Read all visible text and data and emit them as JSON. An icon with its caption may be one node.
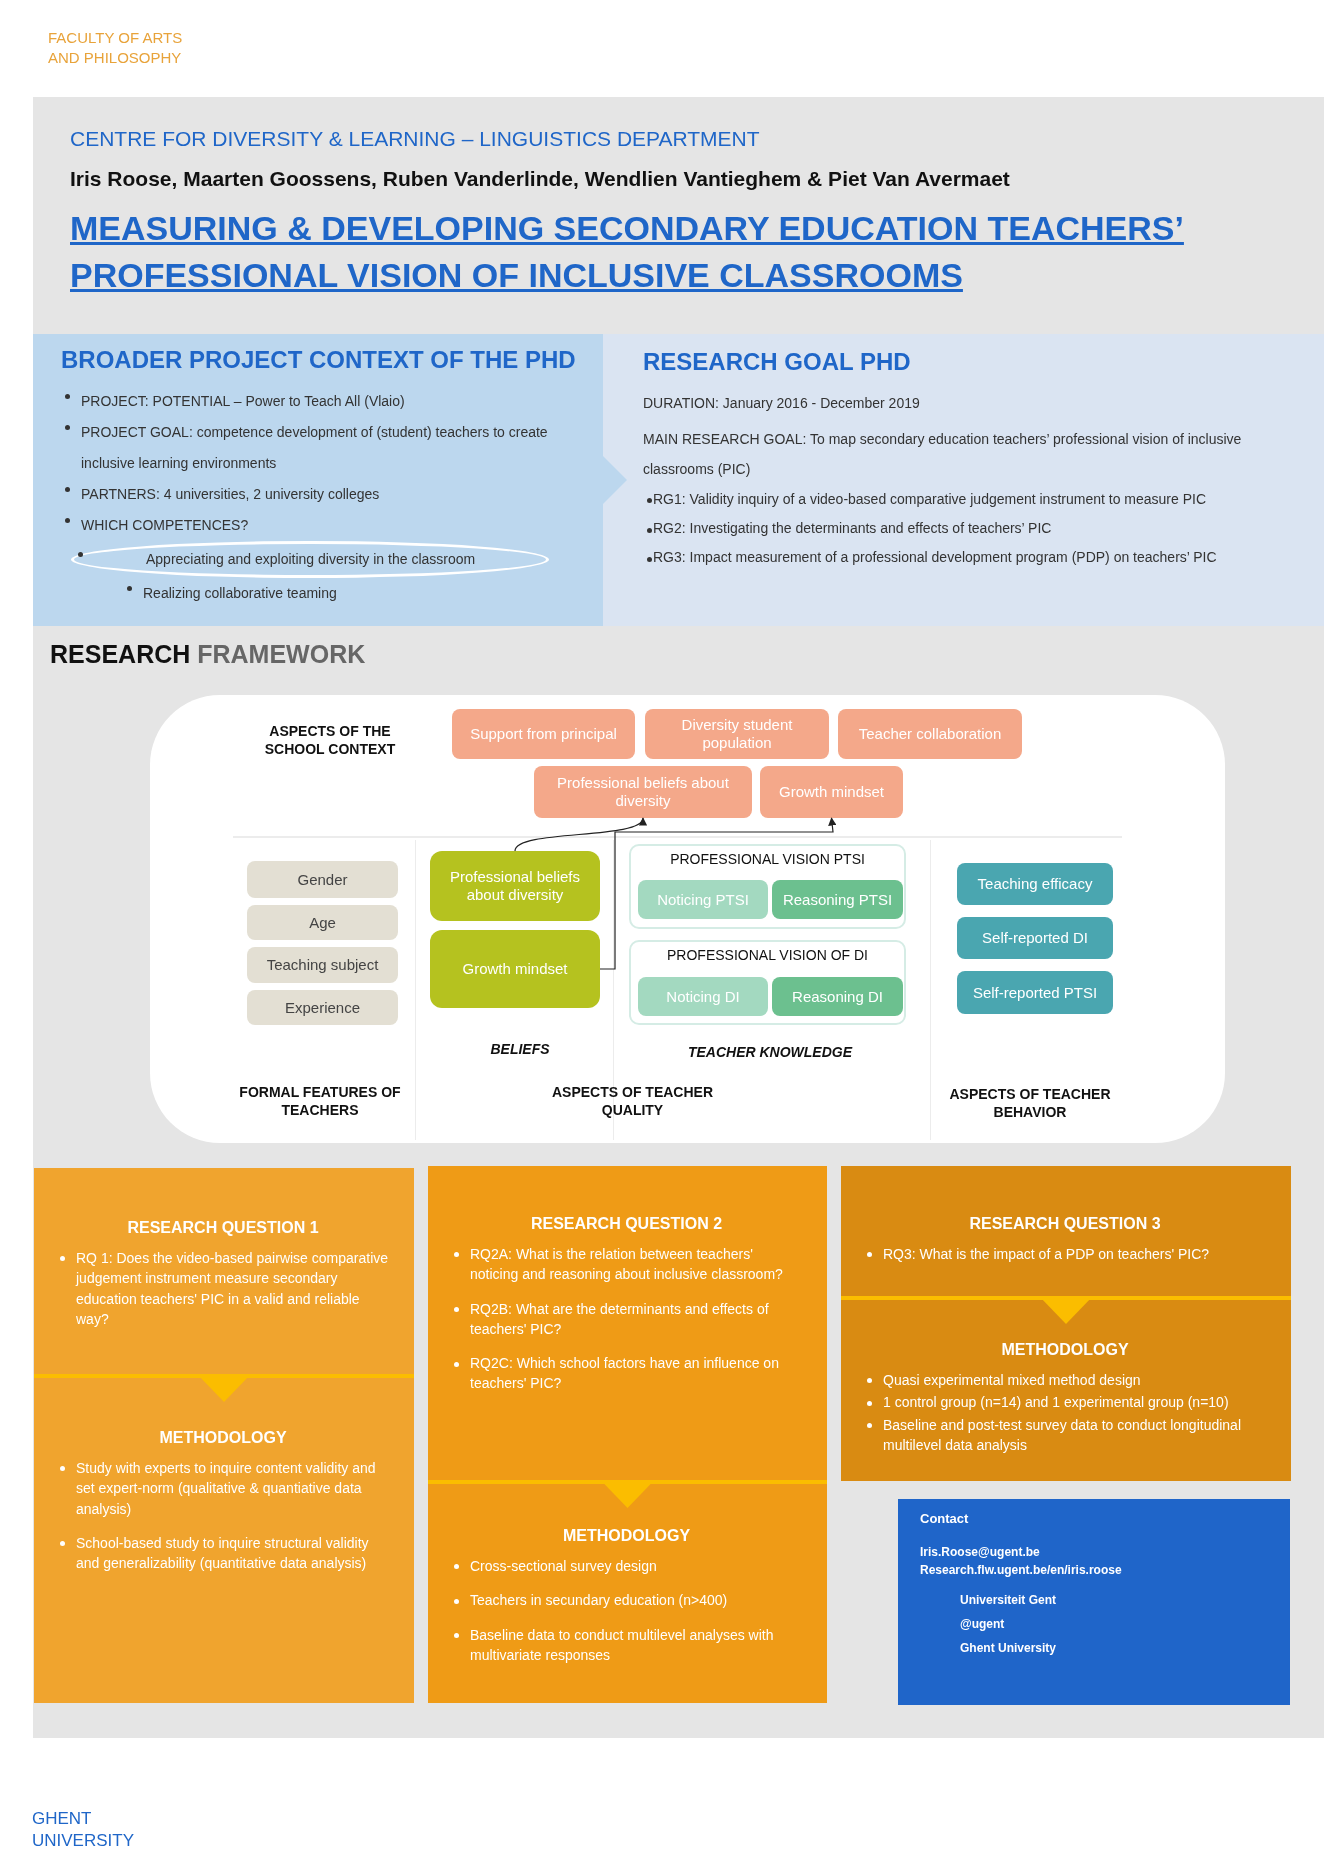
{
  "diagram": {
    "title": "MEASURING & DEVELOPING SECONDARY EDUCATION TEACHERS’ PROFESSIONAL VISION OF INCLUSIVE CLASSROOMS",
    "nodes": [
      {
        "text": [
          "BROADER PROJECT CONTEXT OF THE PHD",
          "PROJECT: POTENTIAL – Power to Teach All (Vlaio)",
          "PROJECT GOAL: competence development of (student) teachers to create inclusive learning environments",
          "PARTNERS: 4 universities, 2 university colleges",
          "WHICH COMPETENCES?",
          "Appreciating and exploiting diversity in the classroom",
          "Realizing collaborative teaming"
        ]
      },
      {
        "text": [
          "RESEARCH GOAL PHD",
          "DURATION: January 2016 - December 2019",
          "MAIN RESEARCH GOAL: To map secondary education teachers’ professional vision of inclusive classrooms (PIC)",
          "RG1: Validity inquiry of a video-based comparative judgement instrument to measure PIC",
          "RG2: Investigating the determinants and effects of teachers’ PIC",
          "RG3: Impact measurement of a professional development program (PDP) on teachers’ PIC"
        ]
      },
      {
        "text": [
          "**RESEARCH** FRAMEWORK"
        ]
      },
      {
        "text": [
          "Support from principal"
        ],
        "in": 2
      },
      {
        "text": [
          "Diversity student population"
        ],
        "in": 2
      },
      {
        "text": [
          "Teacher collaboration"
        ],
        "in": 2
      },
      {
        "text": [
          "Professional beliefs about diversity"
        ],
        "in": 2
      },
      {
        "text": [
          "Growth mindset"
        ],
        "in": 2
      },
      {
        "text": [
          "Gender"
        ],
        "in": 2
      },
      {
        "text": [
          "Age"
        ],
        "in": 2
      },
      {
        "text": [
          "Teaching subject"
        ],
        "in": 2
      },
      {
        "text": [
          "Experience"
        ],
        "in": 2
      },
      {
        "text": [
          "Professional beliefs about diversity"
        ],
        "in": 2
      },
      {
        "text": [
          "Growth mindset"
        ],
        "in": 2
      },
      {
        "text": [
          "PROFESSIONAL VISION PTSI"
        ],
        "in": 2
      },
      {
        "text": [
          "Noticing PTSI"
        ],
        "in": 14
      },
      {
        "text": [
          "Reasoning PTSI"
        ],
        "in": 14
      },
      {
        "text": [
          "PROFESSIONAL VISION OF DI"
        ],
        "in": 2
      },
      {
        "text": [
          "Noticing DI"
        ],
        "in": 17
      },
      {
        "text": [
          "Reasoning DI"
        ],
        "in": 17
      },
      {
        "text": [
          "Teaching efficacy"
        ],
        "in": 2
      },
      {
        "text": [
          "Self-reported DI"
        ],
        "in": 2
      },
      {
        "text": [
          "Self-reported PTSI"
        ],
        "in": 2
      },
      {
        "text": [
          "RESEARCH QUESTION 1",
          "RQ 1: Does the video-based pairwise comparative judgement instrument measure secondary education teachers' PIC in a valid and reliable way?"
        ]
      },
      {
        "text": [
          "METHODOLOGY",
          "Study with experts to inquire content validity and set expert-norm (qualitative & quantiative data analysis)",
          "School-based study to inquire structural validity and generalizability (quantitative data analysis)"
        ]
      },
      {
        "text": [
          "RESEARCH QUESTION 2",
          "RQ2A: What is the relation between teachers' noticing and reasoning about inclusive classroom?",
          "RQ2B: What are the determinants and effects of teachers' PIC?",
          "RQ2C: Which school factors have an influence on teachers' PIC?"
        ]
      },
      {
        "text": [
          "METHODOLOGY",
          "Cross-sectional survey design",
          "Teachers in secundary education (n>400)",
          "Baseline data to conduct multilevel analyses with multivariate responses"
        ]
      },
      {
        "text": [
          "RESEARCH QUESTION 3",
          "RQ3: What is the impact of a PDP on teachers' PIC?"
        ]
      },
      {
        "text": [
          "METHODOLOGY",
          "Quasi experimental mixed method design",
          "1 control group (n=14) and 1 experimental group (n=10)",
          "Baseline and post-test survey data to conduct longitudinal multilevel data analysis"
        ]
      },
      {
        "text": [
          "Contact",
          "Iris.Roose@ugent.be",
          "Research.flw.ugent.be/en/iris.roose",
          "Universiteit Gent",
          "@ugent",
          "Ghent University"
        ]
      }
    ],
    "edges": [
      {
        "from": 0,
        "to": 1,
        "arrow": "to"
      },
      {
        "from": 12,
        "to": 6,
        "arrow": "to"
      },
      {
        "from": 13,
        "to": 7,
        "arrow": "to"
      },
      {
        "from": 23,
        "to": 24,
        "arrow": "to"
      },
      {
        "from": 25,
        "to": 26,
        "arrow": "to"
      },
      {
        "from": 27,
        "to": 28,
        "arrow": "to"
      }
    ],
    "labels": [
      "FACULTY OF ARTS AND PHILOSOPHY",
      "CENTRE FOR DIVERSITY & LEARNING – LINGUISTICS DEPARTMENT",
      "Iris Roose, Maarten Goossens, Ruben Vanderlinde, Wendlien Vantieghem & Piet Van Avermaet",
      "ASPECTS OF THE SCHOOL CONTEXT",
      "FORMAL FEATURES OF TEACHERS",
      "ASPECTS OF TEACHER QUALITY",
      "BELIEFS",
      "TEACHER KNOWLEDGE",
      "ASPECTS OF TEACHER BEHAVIOR",
      "GHENT UNIVERSITY"
    ]
  }
}
